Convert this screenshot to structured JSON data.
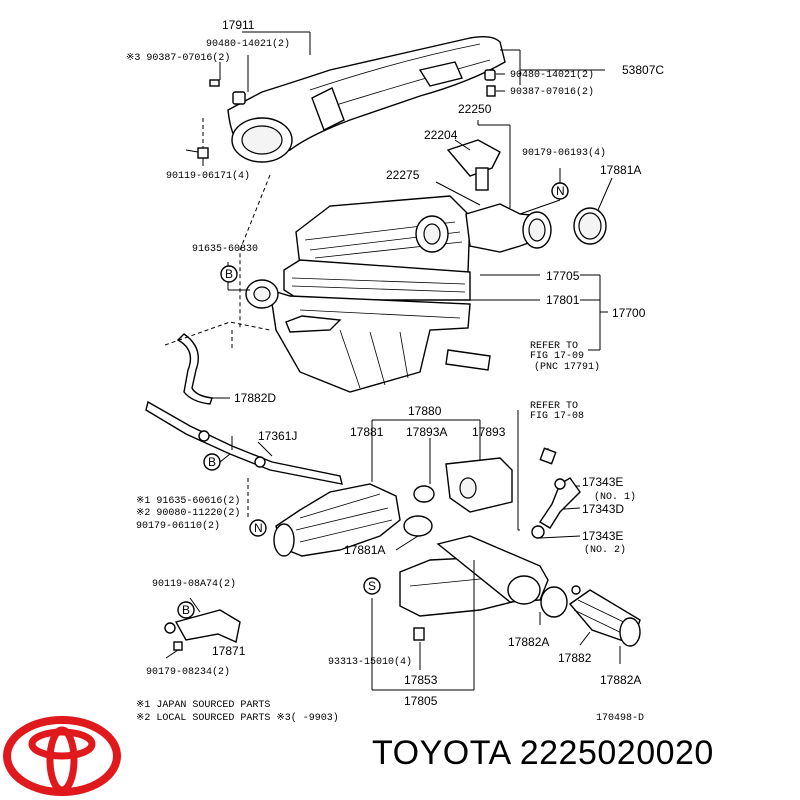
{
  "brand": "TOYOTA",
  "part_number": "2225020020",
  "labels": {
    "p17911": "17911",
    "p90480_top": "90480-14021(2)",
    "p90387_top": "※3 90387-07016(2)",
    "p53807c": "53807C",
    "p90480_right": "90480-14021(2)",
    "p90387_right": "90387-07016(2)",
    "p22250": "22250",
    "p22204": "22204",
    "p90179_06193": "90179-06193(4)",
    "p22275": "22275",
    "p17881a_top": "17881A",
    "p90119_06171": "90119-06171(4)",
    "p91635_60830": "91635-60830",
    "p17705": "17705",
    "p17801": "17801",
    "p17700": "17700",
    "refer_1709_a": "REFER TO",
    "refer_1709_b": "FIG 17-09",
    "refer_1709_c": "(PNC 17791)",
    "p17882d": "17882D",
    "p17880": "17880",
    "p17881": "17881",
    "p17893a": "17893A",
    "p17893": "17893",
    "refer_1708_a": "REFER TO",
    "refer_1708_b": "FIG 17-08",
    "p17361j": "17361J",
    "p91635_60616": "※1 91635-60616(2)",
    "p90080_11220": "※2 90080-11220(2)",
    "p90179_06110": "90179-06110(2)",
    "p17343e_1": "17343E",
    "no1": "(NO. 1)",
    "p17343d": "17343D",
    "p17343e_2": "17343E",
    "no2": "(NO. 2)",
    "p17881a_mid": "17881A",
    "p90119_08a74": "90119-08A74(2)",
    "p17871": "17871",
    "p90179_08234": "90179-08234(2)",
    "p93313_15010": "93313-15010(4)",
    "p17853": "17853",
    "p17882a_left": "17882A",
    "p17882": "17882",
    "p17882a_right": "17882A",
    "p17805": "17805",
    "legend1": "※1 JAPAN SOURCED PARTS",
    "legend2": "※2 LOCAL SOURCED PARTS ※3(   -9903)",
    "fig_code": "170498-D",
    "circle_b1": "B",
    "circle_b2": "B",
    "circle_b3": "B",
    "circle_n1": "N",
    "circle_n2": "N",
    "circle_s": "S"
  },
  "colors": {
    "logo_red": "#e0191c",
    "ink": "#000000"
  }
}
